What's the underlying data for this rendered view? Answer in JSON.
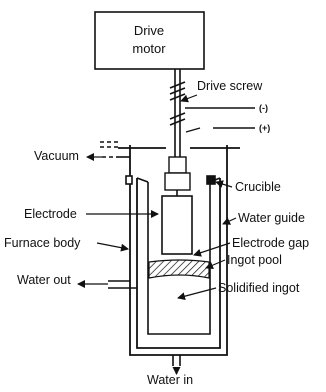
{
  "diagram": {
    "motor_box": {
      "line1": "Drive",
      "line2": "motor"
    },
    "labels": {
      "drive_screw": "Drive screw",
      "negative": "(-)",
      "positive": "(+)",
      "vacuum": "Vacuum",
      "crucible": "Crucible",
      "electrode": "Electrode",
      "water_guide": "Water guide",
      "furnace_body": "Furnace body",
      "electrode_gap": "Electrode gap",
      "ingot_pool": "Ingot pool",
      "water_out": "Water out",
      "solidified_ingot": "Solidified ingot",
      "water_in": "Water in"
    }
  }
}
